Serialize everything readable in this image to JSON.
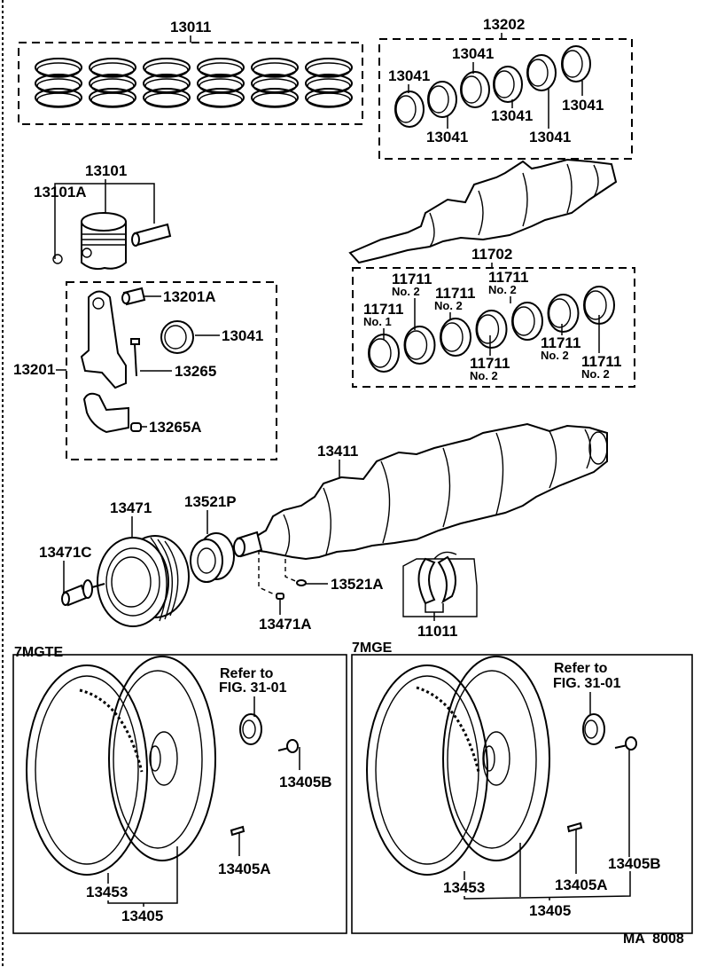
{
  "diagram": {
    "figure_code": "MA  8008",
    "groups": {
      "piston_rings": {
        "kit": "13011",
        "ring_sets": 6
      },
      "conrod_bearings": {
        "kit": "13202",
        "items": [
          "13041",
          "13041",
          "13041",
          "13041",
          "13041",
          "13041"
        ]
      },
      "piston": {
        "piston": "13101",
        "snap_ring": "13101A"
      },
      "connecting_rod": {
        "assembly": "13201",
        "bushing": "13201A",
        "bearing": "13041",
        "bolt": "13265",
        "nut": "13265A"
      },
      "crank_bearings": {
        "kit": "11702",
        "items": [
          {
            "part": "11711",
            "note": "No. 1"
          },
          {
            "part": "11711",
            "note": "No. 2"
          },
          {
            "part": "11711",
            "note": "No. 2"
          },
          {
            "part": "11711",
            "note": "No. 2"
          },
          {
            "part": "11711",
            "note": "No. 2"
          },
          {
            "part": "11711",
            "note": "No. 2"
          },
          {
            "part": "11711",
            "note": "No. 2"
          }
        ]
      },
      "crankshaft": {
        "crankshaft": "13411",
        "pulley": "13471",
        "pulley_bolt": "13471C",
        "timing_pulley": "13521P",
        "pulley_key": "13521A",
        "key": "13471A",
        "thrust_washer": "11011"
      },
      "flywheel_7mgte": {
        "engine": "7MGTE",
        "ref_line1": "Refer to",
        "ref_line2": "FIG. 31-01",
        "bolt": "13405B",
        "pin": "13405A",
        "ring_gear": "13453",
        "flywheel": "13405"
      },
      "flywheel_7mge": {
        "engine": "7MGE",
        "ref_line1": "Refer to",
        "ref_line2": "FIG. 31-01",
        "bolt": "13405B",
        "pin": "13405A",
        "ring_gear": "13453",
        "flywheel": "13405"
      }
    }
  }
}
